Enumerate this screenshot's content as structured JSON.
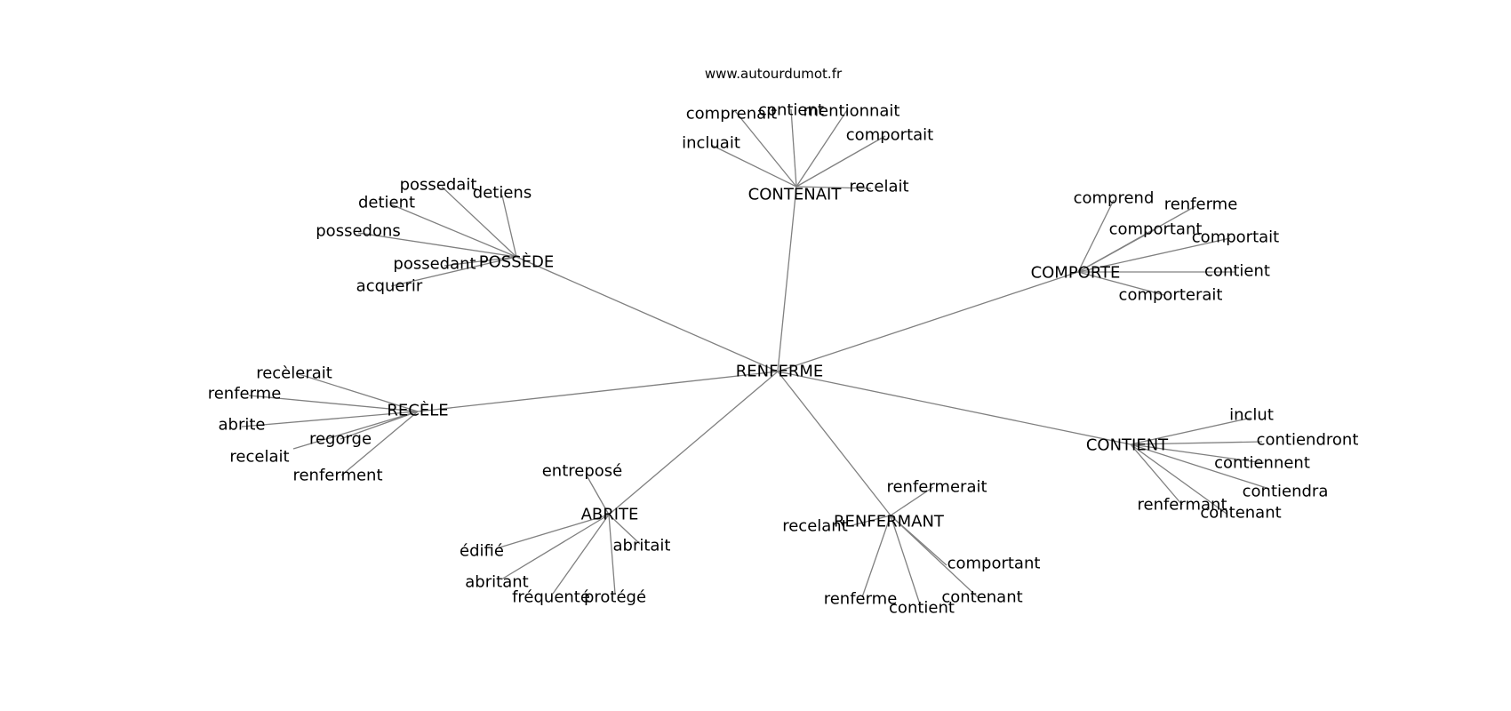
{
  "site": "www.autourdumot.fr",
  "colors": {
    "edge": "#808080",
    "text": "#000000",
    "background": "#ffffff"
  },
  "graph": {
    "center": "RENFERME",
    "clusters": [
      {
        "hub": "CONTENAIT",
        "leaves": [
          "comprenait",
          "contient",
          "mentionnait",
          "comportait",
          "incluait",
          "recelait"
        ]
      },
      {
        "hub": "POSSÈDE",
        "leaves": [
          "possedait",
          "detiens",
          "detient",
          "possedons",
          "possedant",
          "acquerir"
        ]
      },
      {
        "hub": "COMPORTE",
        "leaves": [
          "comprend",
          "renferme",
          "comportant",
          "comportait",
          "contient",
          "comporterait"
        ]
      },
      {
        "hub": "RECÈLE",
        "leaves": [
          "recèlerait",
          "renferme",
          "abrite",
          "regorge",
          "recelait",
          "renferment"
        ]
      },
      {
        "hub": "CONTIENT",
        "leaves": [
          "inclut",
          "contiendront",
          "contiennent",
          "contiendra",
          "renfermant",
          "contenant"
        ]
      },
      {
        "hub": "ABRITE",
        "leaves": [
          "entreposé",
          "édifié",
          "abritait",
          "abritant",
          "fréquenté",
          "protégé"
        ]
      },
      {
        "hub": "RENFERMANT",
        "leaves": [
          "renfermerait",
          "recelant",
          "comportant",
          "contenant",
          "renferme",
          "contient"
        ]
      }
    ]
  }
}
